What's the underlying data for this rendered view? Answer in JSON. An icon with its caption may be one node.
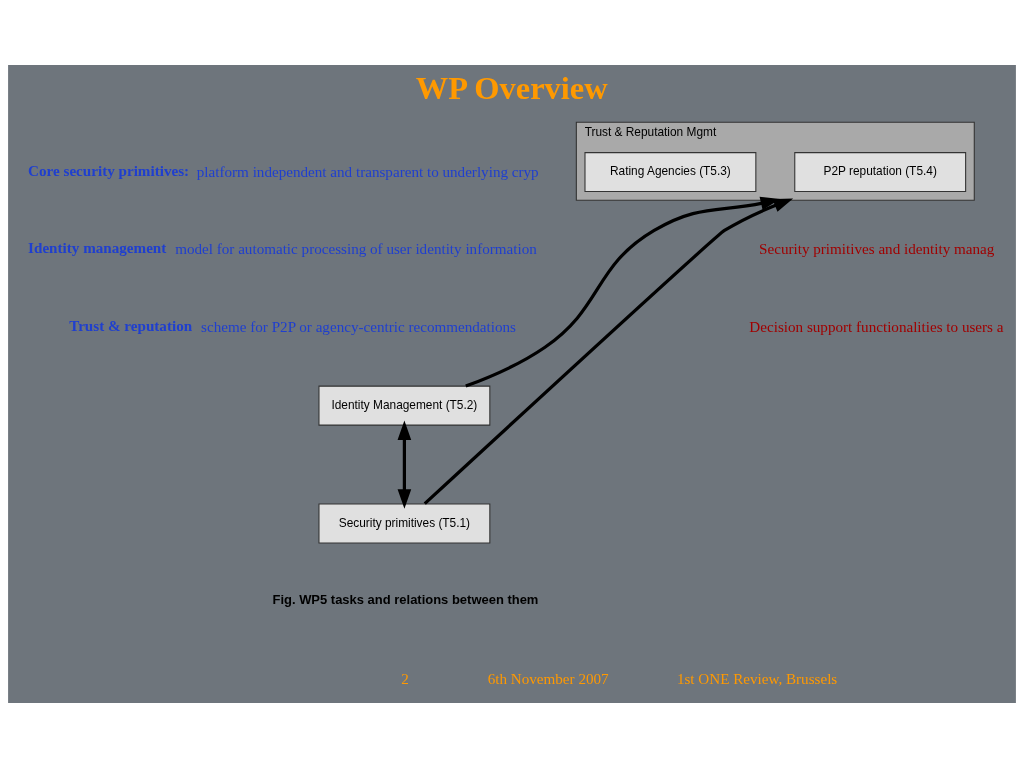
{
  "diagram": {
    "title": "WP Overview",
    "caption": "Fig. WP5 tasks and relations between them",
    "nodes": [
      {
        "text": [
          "Identity Management (T5.2)"
        ]
      },
      {
        "text": [
          "Security primitives (T5.1)"
        ]
      },
      {
        "text": [
          "Trust & Reputation Mgmt"
        ]
      },
      {
        "text": [
          "P2P reputation (T5.4)"
        ],
        "in": 2
      },
      {
        "text": [
          "Rating Agencies (T5.3)"
        ],
        "in": 2
      }
    ],
    "edges": [
      {
        "from": 0,
        "to": 1,
        "arrow": "both"
      },
      {
        "from": 0,
        "to": 2,
        "arrow": "to"
      },
      {
        "from": 1,
        "to": 2,
        "arrow": "to"
      }
    ],
    "labels": [
      "**Core security primitives:** platform independent and transparent to underlying cryp",
      "Security primitives and identity manag",
      "Decision support functionalities to users a",
      "**Identity management** model for automatic processing of user identity information",
      "**Trust & reputation** scheme for P2P or agency-centric recommendations",
      "2",
      "6th November 2007",
      "1st ONE Review, Brussels"
    ]
  }
}
